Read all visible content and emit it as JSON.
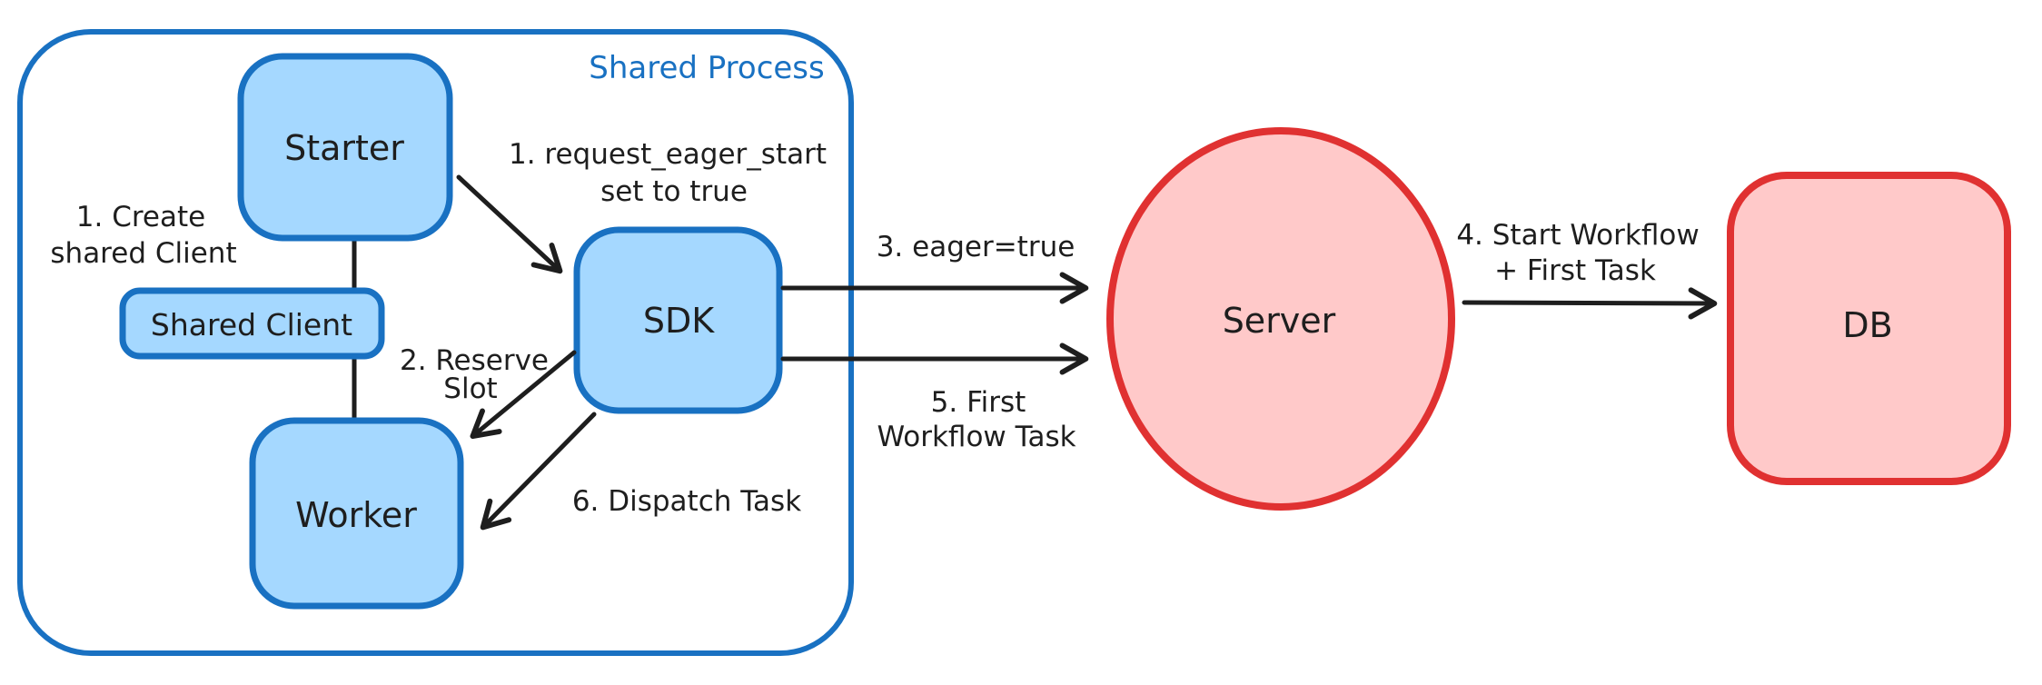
{
  "diagram": {
    "container_label": "Shared Process",
    "nodes": {
      "starter": "Starter",
      "shared_client": "Shared Client",
      "worker": "Worker",
      "sdk": "SDK",
      "server": "Server",
      "db": "DB"
    },
    "labels": {
      "create_shared_client_1": "1. Create",
      "create_shared_client_2": "shared Client",
      "request_eager_start_1": "1. request_eager_start",
      "request_eager_start_2": "set to true",
      "reserve_slot_1": "2. Reserve",
      "reserve_slot_2": "Slot",
      "eager_true": "3. eager=true",
      "start_workflow_1": "4. Start Workflow",
      "start_workflow_2": "+ First Task",
      "first_workflow_task_1": "5. First",
      "first_workflow_task_2": "Workflow Task",
      "dispatch_task": "6. Dispatch Task"
    },
    "colors": {
      "blue_stroke": "#1971c2",
      "blue_fill": "#a5d8ff",
      "red_stroke": "#e03131",
      "red_fill": "#ffc9c9",
      "ink": "#1e1e1e",
      "canvas": "#ffffff"
    }
  }
}
